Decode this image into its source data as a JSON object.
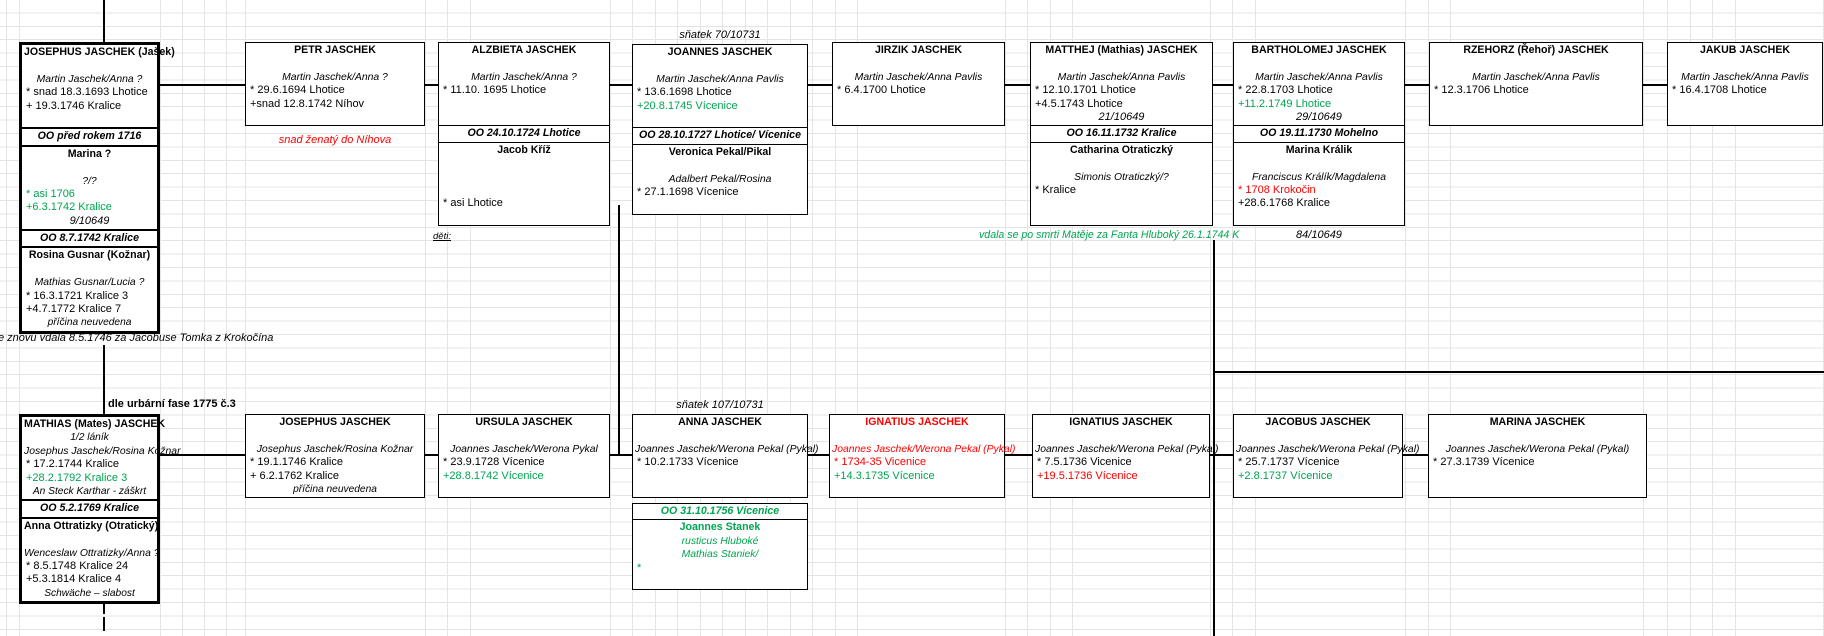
{
  "colors": {
    "green": "#00A550",
    "red": "#FF0000",
    "black": "#000000",
    "gridline": "#e4e4e4"
  },
  "labels": [
    {
      "id": "snatek_top",
      "text": "sňatek 70/10731"
    },
    {
      "id": "snatek_bottom",
      "text": "sňatek 107/10731"
    },
    {
      "id": "remarry_note",
      "text": "e znovu vdala 8.5.1746 za Jacobuse Tomka z Krokočína"
    },
    {
      "id": "petr_note",
      "text": "snad ženatý do Níhova",
      "c": "red"
    },
    {
      "id": "deti_label",
      "text": "děti:"
    },
    {
      "id": "matthej_note",
      "text": "vdala se po smrti Matěje za Fanta Hluboký 26.1.1744 K",
      "c": "green"
    },
    {
      "id": "bartholomej_sig",
      "text": "84/10649"
    },
    {
      "id": "urbarni_note",
      "text": "dle urbární fase 1775 č.3"
    }
  ],
  "boxes": [
    {
      "id": "josephus_top",
      "person": "JOSEPHUS JASCHEK (Jašek)",
      "sections": [
        {
          "type": "person",
          "lines": [
            {
              "t": "JOSEPHUS JASCHEK (Jašek)",
              "k": "title"
            },
            {
              "k": "blank"
            },
            {
              "t": "Martin Jaschek/Anna ?",
              "k": "parents"
            },
            {
              "t": "* snad 18.3.1693 Lhotice",
              "k": "event"
            },
            {
              "t": "+  19.3.1746 Kralice",
              "k": "event"
            },
            {
              "k": "blank"
            }
          ]
        },
        {
          "type": "marriage",
          "t": "OO před rokem 1716"
        },
        {
          "type": "person",
          "lines": [
            {
              "t": "Marina ?",
              "k": "title"
            },
            {
              "k": "blank"
            },
            {
              "t": "?/?",
              "k": "parents"
            },
            {
              "t": "* asi 1706",
              "k": "event",
              "c": "green"
            },
            {
              "t": "+6.3.1742 Kralice",
              "k": "event",
              "c": "green"
            },
            {
              "t": "9/10649",
              "k": "sig"
            }
          ]
        },
        {
          "type": "marriage",
          "t": "OO 8.7.1742 Kralice"
        },
        {
          "type": "person",
          "lines": [
            {
              "t": "Rosina Gusnar (Kožnar)",
              "k": "title"
            },
            {
              "k": "blank"
            },
            {
              "t": "Mathias Gusnar/Lucia ?",
              "k": "parents"
            },
            {
              "t": "* 16.3.1721 Kralice 3",
              "k": "event"
            },
            {
              "t": "+4.7.1772 Kralice 7",
              "k": "event"
            },
            {
              "t": "příčina neuvedena",
              "k": "note"
            }
          ]
        }
      ]
    },
    {
      "id": "petr",
      "person": "PETR JASCHEK",
      "sections": [
        {
          "type": "person",
          "lines": [
            {
              "t": "PETR JASCHEK",
              "k": "title"
            },
            {
              "k": "blank"
            },
            {
              "t": "Martin Jaschek/Anna ?",
              "k": "parents"
            },
            {
              "t": "* 29.6.1694 Lhotice",
              "k": "event"
            },
            {
              "t": "+snad 12.8.1742 Níhov",
              "k": "event"
            },
            {
              "k": "blank"
            }
          ]
        }
      ]
    },
    {
      "id": "alzbieta",
      "person": "ALZBIETA JASCHEK",
      "sections": [
        {
          "type": "person",
          "lines": [
            {
              "t": "ALZBIETA JASCHEK",
              "k": "title"
            },
            {
              "k": "blank"
            },
            {
              "t": "Martin Jaschek/Anna ?",
              "k": "parents"
            },
            {
              "t": "* 11.10. 1695 Lhotice",
              "k": "event"
            },
            {
              "k": "blank"
            },
            {
              "k": "blank"
            }
          ]
        },
        {
          "type": "marriage",
          "t": "OO 24.10.1724 Lhotice"
        },
        {
          "type": "person",
          "lines": [
            {
              "t": "Jacob Kříž",
              "k": "title"
            },
            {
              "k": "blank"
            },
            {
              "k": "blank"
            },
            {
              "k": "blank"
            },
            {
              "t": "* asi Lhotice",
              "k": "event"
            },
            {
              "k": "blank"
            }
          ]
        }
      ]
    },
    {
      "id": "joannes",
      "person": "JOANNES JASCHEK",
      "sections": [
        {
          "type": "person",
          "lines": [
            {
              "t": "JOANNES JASCHEK",
              "k": "title"
            },
            {
              "k": "blank"
            },
            {
              "t": "Martin Jaschek/Anna Pavlis",
              "k": "parents"
            },
            {
              "t": "* 13.6.1698 Lhotice",
              "k": "event"
            },
            {
              "t": "+20.8.1745 Vícenice",
              "k": "event",
              "c": "green"
            },
            {
              "k": "blank"
            }
          ]
        },
        {
          "type": "marriage",
          "t": "OO 28.10.1727 Lhotice/ Vícenice"
        },
        {
          "type": "person",
          "lines": [
            {
              "t": "Veronica Pekal/Pikal",
              "k": "title"
            },
            {
              "k": "blank"
            },
            {
              "t": "Adalbert Pekal/Rosina",
              "k": "parents"
            },
            {
              "t": "* 27.1.1698 Vícenice",
              "k": "event"
            },
            {
              "k": "blank"
            }
          ]
        }
      ]
    },
    {
      "id": "jirzik",
      "person": "JIRZIK JASCHEK",
      "sections": [
        {
          "type": "person",
          "lines": [
            {
              "t": "JIRZIK JASCHEK",
              "k": "title"
            },
            {
              "k": "blank"
            },
            {
              "t": "Martin Jaschek/Anna Pavlis",
              "k": "parents"
            },
            {
              "t": "* 6.4.1700 Lhotice",
              "k": "event"
            },
            {
              "k": "blank"
            },
            {
              "k": "blank"
            }
          ]
        }
      ]
    },
    {
      "id": "matthej",
      "person": "MATTHEJ (Mathias) JASCHEK",
      "sections": [
        {
          "type": "person",
          "lines": [
            {
              "t": "MATTHEJ (Mathias) JASCHEK",
              "k": "title"
            },
            {
              "k": "blank"
            },
            {
              "t": "Martin Jaschek/Anna Pavlis",
              "k": "parents"
            },
            {
              "t": "* 12.10.1701 Lhotice",
              "k": "event"
            },
            {
              "t": "+4.5.1743 Lhotice",
              "k": "event"
            },
            {
              "t": "21/10649",
              "k": "sig"
            }
          ]
        },
        {
          "type": "marriage",
          "t": "OO 16.11.1732 Kralice"
        },
        {
          "type": "person",
          "lines": [
            {
              "t": "Catharina Otraticzký",
              "k": "title"
            },
            {
              "k": "blank"
            },
            {
              "t": "Simonis Otraticzký/?",
              "k": "parents"
            },
            {
              "t": "* Kralice",
              "k": "event"
            },
            {
              "k": "blank"
            },
            {
              "k": "blank"
            }
          ]
        }
      ]
    },
    {
      "id": "bartholomej",
      "person": "BARTHOLOMEJ JASCHEK",
      "sections": [
        {
          "type": "person",
          "lines": [
            {
              "t": "BARTHOLOMEJ JASCHEK",
              "k": "title"
            },
            {
              "k": "blank"
            },
            {
              "t": "Martin Jaschek/Anna Pavlis",
              "k": "parents"
            },
            {
              "t": "* 22.8.1703 Lhotice",
              "k": "event"
            },
            {
              "t": "+11.2.1749 Lhotice",
              "k": "event",
              "c": "green"
            },
            {
              "t": "29/10649",
              "k": "sig"
            }
          ]
        },
        {
          "type": "marriage",
          "t": "OO 19.11.1730 Mohelno"
        },
        {
          "type": "person",
          "lines": [
            {
              "t": "Marina Králik",
              "k": "title"
            },
            {
              "k": "blank"
            },
            {
              "t": "Franciscus Králík/Magdalena",
              "k": "parents"
            },
            {
              "t": "* 1708 Krokočin",
              "k": "event",
              "c": "red"
            },
            {
              "t": "+28.6.1768 Kralice",
              "k": "event"
            },
            {
              "k": "blank"
            }
          ]
        }
      ]
    },
    {
      "id": "rzehorz",
      "person": "RZEHORZ (Řehoř) JASCHEK",
      "sections": [
        {
          "type": "person",
          "lines": [
            {
              "t": "RZEHORZ (Řehoř) JASCHEK",
              "k": "title"
            },
            {
              "k": "blank"
            },
            {
              "t": "Martin Jaschek/Anna Pavlis",
              "k": "parents"
            },
            {
              "t": "* 12.3.1706 Lhotice",
              "k": "event"
            },
            {
              "k": "blank"
            },
            {
              "k": "blank"
            }
          ]
        }
      ]
    },
    {
      "id": "jakub",
      "person": "JAKUB JASCHEK",
      "sections": [
        {
          "type": "person",
          "lines": [
            {
              "t": "JAKUB JASCHEK",
              "k": "title"
            },
            {
              "k": "blank"
            },
            {
              "t": "Martin Jaschek/Anna Pavlis",
              "k": "parents"
            },
            {
              "t": "* 16.4.1708 Lhotice",
              "k": "event"
            },
            {
              "k": "blank"
            },
            {
              "k": "blank"
            }
          ]
        }
      ]
    },
    {
      "id": "mathias_b",
      "person": "MATHIAS (Mates) JASCHEK",
      "sections": [
        {
          "type": "person",
          "lines": [
            {
              "t": "MATHIAS (Mates) JASCHEK",
              "k": "title"
            },
            {
              "t": "1/2 láník",
              "k": "note"
            },
            {
              "t": "Josephus Jaschek/Rosina Kožnar",
              "k": "parents"
            },
            {
              "t": "* 17.2.1744 Kralice",
              "k": "event"
            },
            {
              "t": "+28.2.1792 Kralice 3",
              "k": "event",
              "c": "green"
            },
            {
              "t": "An Steck Karthar - záškrt",
              "k": "note"
            }
          ]
        },
        {
          "type": "marriage",
          "t": "OO 5.2.1769 Kralice"
        },
        {
          "type": "person",
          "lines": [
            {
              "t": "Anna Ottratizky (Otratický)",
              "k": "title"
            },
            {
              "k": "blank"
            },
            {
              "t": "Wenceslaw Ottratizky/Anna ?",
              "k": "parents"
            },
            {
              "t": "* 8.5.1748 Kralice 24",
              "k": "event"
            },
            {
              "t": "+5.3.1814 Kralice 4",
              "k": "event"
            },
            {
              "t": "Schwäche – slabost",
              "k": "note"
            }
          ]
        }
      ]
    },
    {
      "id": "josephus_b",
      "person": "JOSEPHUS JASCHEK",
      "sections": [
        {
          "type": "person",
          "lines": [
            {
              "t": "JOSEPHUS JASCHEK",
              "k": "title"
            },
            {
              "k": "blank"
            },
            {
              "t": "Josephus Jaschek/Rosina Kožnar",
              "k": "parents"
            },
            {
              "t": "* 19.1.1746 Kralice",
              "k": "event"
            },
            {
              "t": "+ 6.2.1762 Kralice",
              "k": "event"
            },
            {
              "t": "příčina neuvedena",
              "k": "note"
            }
          ]
        }
      ]
    },
    {
      "id": "ursula",
      "person": "URSULA JASCHEK",
      "sections": [
        {
          "type": "person",
          "lines": [
            {
              "t": "URSULA JASCHEK",
              "k": "title"
            },
            {
              "k": "blank"
            },
            {
              "t": "Joannes Jaschek/Werona Pykal",
              "k": "parents"
            },
            {
              "t": "* 23.9.1728 Vícenice",
              "k": "event"
            },
            {
              "t": "+28.8.1742 Vícenice",
              "k": "event",
              "c": "green"
            },
            {
              "k": "blank"
            }
          ]
        }
      ]
    },
    {
      "id": "anna",
      "person": "ANNA JASCHEK",
      "sections": [
        {
          "type": "person",
          "lines": [
            {
              "t": "ANNA JASCHEK",
              "k": "title"
            },
            {
              "k": "blank"
            },
            {
              "t": "Joannes Jaschek/Werona Pekal (Pykal)",
              "k": "parents"
            },
            {
              "t": "* 10.2.1733 Vícenice",
              "k": "event"
            },
            {
              "k": "blank"
            },
            {
              "k": "blank"
            }
          ]
        }
      ]
    },
    {
      "id": "anna_marr",
      "person": "Joannes Stanek",
      "sections": [
        {
          "type": "marriage",
          "t": "OO 31.10.1756 Vícenice",
          "c": "green"
        },
        {
          "type": "person",
          "lines": [
            {
              "t": "Joannes Stanek",
              "k": "title",
              "c": "green"
            },
            {
              "t": "rusticus Hluboké",
              "k": "parents",
              "c": "green"
            },
            {
              "t": "Mathias Staniek/",
              "k": "parents",
              "c": "green"
            },
            {
              "t": "*",
              "k": "event",
              "c": "green"
            },
            {
              "k": "blank"
            }
          ]
        }
      ]
    },
    {
      "id": "ignatius1",
      "person": "IGNATIUS JASCHEK",
      "sections": [
        {
          "type": "person",
          "lines": [
            {
              "t": "IGNATIUS JASCHEK",
              "k": "title",
              "c": "red"
            },
            {
              "k": "blank"
            },
            {
              "t": "Joannes Jaschek/Werona Pekal (Pykal)",
              "k": "parents",
              "c": "red"
            },
            {
              "t": "* 1734-35 Vicenice",
              "k": "event",
              "c": "red"
            },
            {
              "t": "+14.3.1735 Vícenice",
              "k": "event",
              "c": "green"
            },
            {
              "k": "blank"
            }
          ]
        }
      ]
    },
    {
      "id": "ignatius2",
      "person": "IGNATIUS JASCHEK",
      "sections": [
        {
          "type": "person",
          "lines": [
            {
              "t": "IGNATIUS JASCHEK",
              "k": "title"
            },
            {
              "k": "blank"
            },
            {
              "t": "Joannes Jaschek/Werona Pekal (Pykal)",
              "k": "parents"
            },
            {
              "t": "* 7.5.1736 Vicenice",
              "k": "event"
            },
            {
              "t": "+19.5.1736 Vícenice",
              "k": "event",
              "c": "red"
            },
            {
              "k": "blank"
            }
          ]
        }
      ]
    },
    {
      "id": "jacobus",
      "person": "JACOBUS JASCHEK",
      "sections": [
        {
          "type": "person",
          "lines": [
            {
              "t": "JACOBUS JASCHEK",
              "k": "title"
            },
            {
              "k": "blank"
            },
            {
              "t": "Joannes Jaschek/Werona Pekal (Pykal)",
              "k": "parents"
            },
            {
              "t": "* 25.7.1737 Vícenice",
              "k": "event"
            },
            {
              "t": "+2.8.1737 Vícenice",
              "k": "event",
              "c": "green"
            },
            {
              "k": "blank"
            }
          ]
        }
      ]
    },
    {
      "id": "marina_b",
      "person": "MARINA JASCHEK",
      "sections": [
        {
          "type": "person",
          "lines": [
            {
              "t": "MARINA JASCHEK",
              "k": "title"
            },
            {
              "k": "blank"
            },
            {
              "t": "Joannes Jaschek/Werona Pekal (Pykal)",
              "k": "parents"
            },
            {
              "t": "* 27.3.1739 Vícenice",
              "k": "event"
            },
            {
              "k": "blank"
            },
            {
              "k": "blank"
            }
          ]
        }
      ]
    }
  ]
}
